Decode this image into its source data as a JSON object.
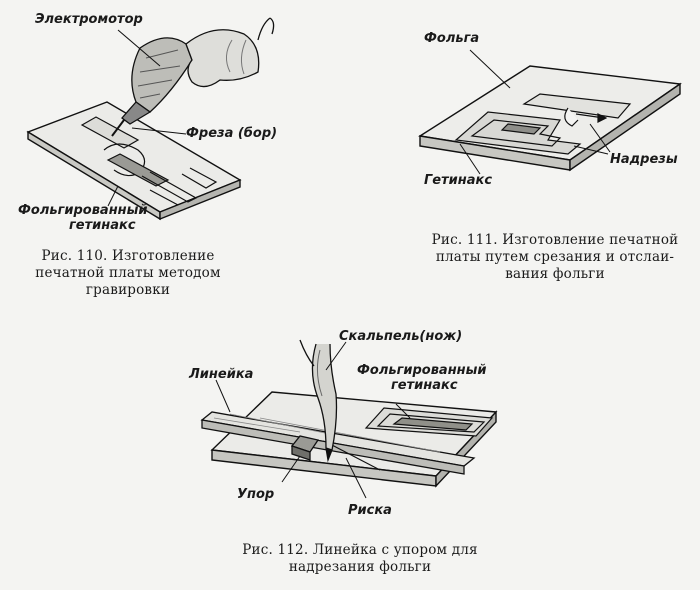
{
  "fig110": {
    "labels": {
      "motor": "Электромотор",
      "cutter": "Фреза (бор)",
      "board_line1": "Фольгированный",
      "board_line2": "гетинакс"
    },
    "caption": [
      "Рис. 110. Изготовление",
      "печатной платы методом",
      "гравировки"
    ]
  },
  "fig111": {
    "labels": {
      "foil": "Фольга",
      "cuts": "Надрезы",
      "getinax": "Гетинакс"
    },
    "caption": [
      "Рис. 111. Изготовление печатной",
      "платы путем срезания и отслаи-",
      "вания фольги"
    ]
  },
  "fig112": {
    "labels": {
      "scalpel": "Скальпель(нож)",
      "ruler": "Линейка",
      "board_line1": "Фольгированный",
      "board_line2": "гетинакс",
      "stop": "Упор",
      "scribe": "Риска"
    },
    "caption": [
      "Рис. 112. Линейка с упором для",
      "надрезания фольги"
    ]
  }
}
